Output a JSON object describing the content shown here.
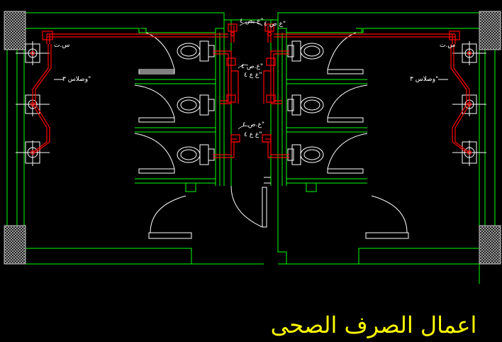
{
  "title": "اعمال الصرف الصحى",
  "labels": {
    "top_center_left": "ع يض ٤\"",
    "top_center_right": "ع ص ٤\"",
    "mid_center_1": "ع.ص ٤\"",
    "mid_center_2": "ع ع ٤\"",
    "low_center_1": "ع.ص ٤\"",
    "low_center_2": "ع ع ٤\"",
    "left_corner": "س.ت",
    "right_corner": "س.ت",
    "left_side": "وصلاس ٣\"",
    "right_side": "وصلاس ٣\""
  },
  "colors": {
    "background": "#000000",
    "walls": "#00ff00",
    "fixtures": "#ffffff",
    "pipes": "#ff0000",
    "title": "#ffff00"
  }
}
